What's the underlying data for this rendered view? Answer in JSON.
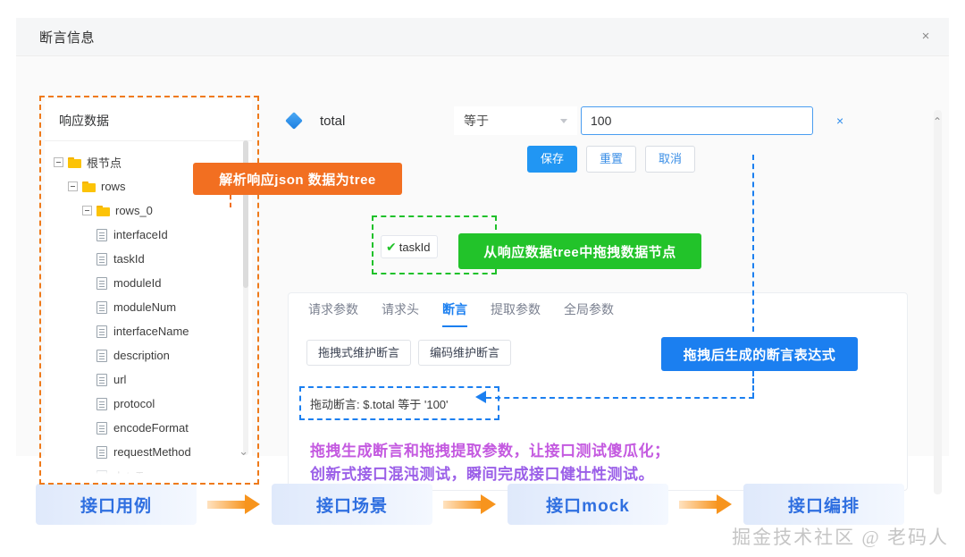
{
  "dialog": {
    "title": "断言信息",
    "close_label": "×"
  },
  "tree_panel": {
    "title": "响应数据",
    "nodes": [
      {
        "label": "根节点",
        "type": "folder",
        "depth": 0
      },
      {
        "label": "rows",
        "type": "folder",
        "depth": 1
      },
      {
        "label": "rows_0",
        "type": "folder",
        "depth": 2
      },
      {
        "label": "interfaceId",
        "type": "file",
        "depth": 3
      },
      {
        "label": "taskId",
        "type": "file",
        "depth": 3
      },
      {
        "label": "moduleId",
        "type": "file",
        "depth": 3
      },
      {
        "label": "moduleNum",
        "type": "file",
        "depth": 3
      },
      {
        "label": "interfaceName",
        "type": "file",
        "depth": 3
      },
      {
        "label": "description",
        "type": "file",
        "depth": 3
      },
      {
        "label": "url",
        "type": "file",
        "depth": 3
      },
      {
        "label": "protocol",
        "type": "file",
        "depth": 3
      },
      {
        "label": "encodeFormat",
        "type": "file",
        "depth": 3
      },
      {
        "label": "requestMethod",
        "type": "file",
        "depth": 3
      },
      {
        "label": "dataType",
        "type": "file",
        "depth": 3
      }
    ],
    "chevron_down": "⌄"
  },
  "assertion": {
    "field_label": "total",
    "operator_value": "等于",
    "value": "100",
    "remove_label": "×",
    "buttons": {
      "save": "保存",
      "reset": "重置",
      "cancel": "取消"
    }
  },
  "drag_tag": {
    "check": "✔",
    "label": "taskId"
  },
  "card": {
    "tabs": [
      {
        "label": "请求参数",
        "active": false
      },
      {
        "label": "请求头",
        "active": false
      },
      {
        "label": "断言",
        "active": true
      },
      {
        "label": "提取参数",
        "active": false
      },
      {
        "label": "全局参数",
        "active": false
      }
    ],
    "mode_buttons": [
      "拖拽式维护断言",
      "编码维护断言"
    ],
    "expression": "拖动断言: $.total 等于 '100'",
    "promo_lines": [
      "拖拽生成断言和拖拽提取参数，让接口测试傻瓜化；",
      "创新式接口混沌测试，瞬间完成接口健壮性测试。"
    ]
  },
  "annotations": {
    "orange": "解析响应json 数据为tree",
    "green": "从响应数据tree中拖拽数据节点",
    "blue": "拖拽后生成的断言表达式"
  },
  "scroll": {
    "up_arrow": "⌃"
  },
  "flow": {
    "steps": [
      "接口用例",
      "接口场景",
      "接口mock",
      "接口编排"
    ]
  },
  "watermark": "掘金技术社区 @ 老码人",
  "colors": {
    "orange": "#f26f21",
    "green": "#22c32a",
    "blue": "#1b7ff0",
    "primary": "#2196f3",
    "purple": "#b05ae8"
  }
}
